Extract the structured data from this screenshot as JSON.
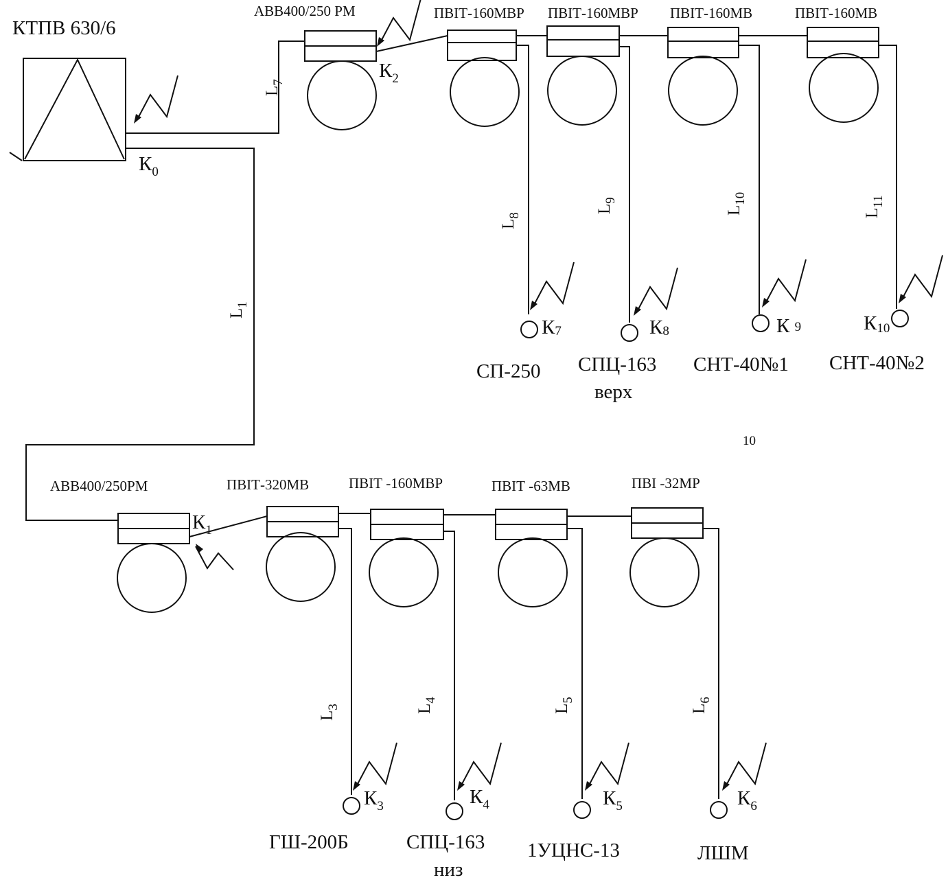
{
  "transformer": {
    "label": "КТПВ 630/6"
  },
  "page_number": "10",
  "top_row": {
    "breaker": {
      "label": "АВВ400/250 РМ",
      "point": {
        "letter": "К",
        "sub": "2"
      }
    },
    "line_in": {
      "letter": "L",
      "sub": "7"
    },
    "starters": [
      {
        "label": "ПВІТ-160МВР",
        "line": {
          "letter": "L",
          "sub": "8"
        },
        "point": {
          "letter": "К",
          "sub": "7"
        },
        "consumer": [
          "СП-250"
        ]
      },
      {
        "label": "ПВІТ-160МВР",
        "line": {
          "letter": "L",
          "sub": "9"
        },
        "point": {
          "letter": "К",
          "sub": "8"
        },
        "consumer": [
          "СПЦ-163",
          "верх"
        ]
      },
      {
        "label": "ПВІТ-160МВ",
        "line": {
          "letter": "L",
          "sub": "10"
        },
        "point": {
          "letter": "К ",
          "sub": "9"
        },
        "consumer": [
          "СНТ-40№1"
        ]
      },
      {
        "label": "ПВІТ-160МВ",
        "line": {
          "letter": "L",
          "sub": "11"
        },
        "point": {
          "letter": "К",
          "sub": "10"
        },
        "consumer": [
          "СНТ-40№2"
        ]
      }
    ]
  },
  "source_point": {
    "letter": "К",
    "sub": "0"
  },
  "trunk_line": {
    "letter": "L",
    "sub": "1"
  },
  "bottom_row": {
    "breaker": {
      "label": "АВВ400/250РМ",
      "point": {
        "letter": "К",
        "sub": "1"
      }
    },
    "starters": [
      {
        "label": "ПВІТ-320МВ",
        "line": {
          "letter": "L",
          "sub": "3"
        },
        "point": {
          "letter": "К",
          "sub": "3"
        },
        "consumer": [
          "ГШ-200Б"
        ]
      },
      {
        "label": "ПВІТ -160МВР",
        "line": {
          "letter": "L",
          "sub": "4"
        },
        "point": {
          "letter": "К",
          "sub": "4"
        },
        "consumer": [
          "СПЦ-163",
          "низ"
        ]
      },
      {
        "label": "ПВІТ -63МВ",
        "line": {
          "letter": "L",
          "sub": "5"
        },
        "point": {
          "letter": "К",
          "sub": "5"
        },
        "consumer": [
          "1УЦНС-13"
        ]
      },
      {
        "label": "ПВІ -32МР",
        "line": {
          "letter": "L",
          "sub": "6"
        },
        "point": {
          "letter": "К",
          "sub": "6"
        },
        "consumer": [
          "ЛШМ"
        ]
      }
    ]
  }
}
